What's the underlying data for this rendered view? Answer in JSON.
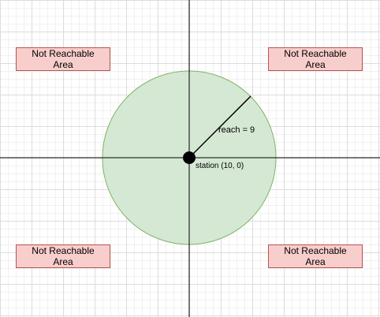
{
  "colors": {
    "reachable_fill": "#d5e8d4",
    "reachable_stroke": "#82b366",
    "not_reachable_fill": "#f8cecc",
    "not_reachable_stroke": "#b85450",
    "axis": "#000000",
    "station": "#000000"
  },
  "labels": {
    "reach": "reach = 9",
    "station": "station (10, 0)"
  },
  "not_reachable": [
    {
      "text": "Not Reachable\nArea"
    },
    {
      "text": "Not Reachable\nArea"
    },
    {
      "text": "Not Reachable\nArea"
    },
    {
      "text": "Not Reachable\nArea"
    }
  ]
}
